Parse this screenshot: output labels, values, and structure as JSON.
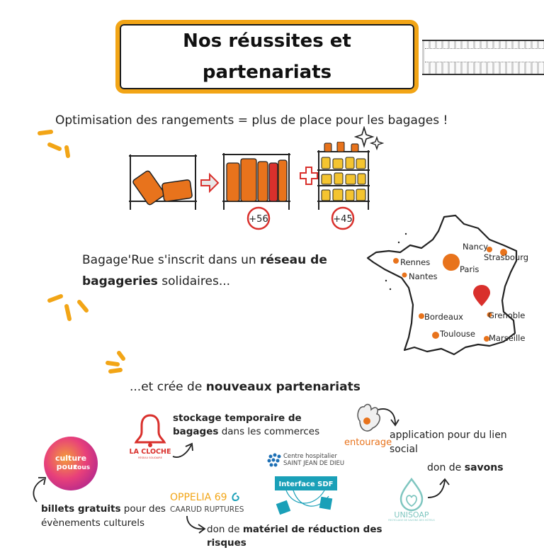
{
  "title": "Nos réussites et\npartenariats",
  "storage": {
    "headline": "Optimisation des rangements = plus de place pour les bagages !",
    "badge1": "+56",
    "badge2": "+45"
  },
  "network": {
    "text_before": "Bagage'Rue s'inscrit dans un ",
    "text_bold": "réseau de bagageries",
    "text_after": " solidaires...",
    "cities": [
      "Nancy",
      "Strasbourg",
      "Rennes",
      "Paris",
      "Nantes",
      "Bordeaux",
      "Grenoble",
      "Toulouse",
      "Marseille"
    ]
  },
  "partnerships": {
    "text_before": "...et crée de ",
    "text_bold": "nouveaux partenariats"
  },
  "partners": {
    "lacloche": {
      "logo_name": "LA CLOCHE",
      "logo_sub": "RÉSEAU SOLIDAIRE",
      "desc_bold1": "stockage temporaire de",
      "desc_bold2": "bagages",
      "desc_rest": " dans les commerces"
    },
    "entourage": {
      "logo_name": "entourage",
      "desc": "application pour du lien social"
    },
    "culture": {
      "logo_l1": "culture",
      "logo_l2": "pour",
      "logo_l3": "tous",
      "desc_bold": "billets gratuits",
      "desc_rest1": " pour des",
      "desc_rest2": "évènements culturels"
    },
    "hospital": {
      "logo_l1": "Centre hospitalier",
      "logo_l2": "SAINT JEAN DE DIEU",
      "banner": "Interface SDF"
    },
    "unisoap": {
      "logo_name": "UNISOAP",
      "logo_sub": "RECYCLAGE DE SAVONS DES HÔTELS",
      "desc_before": "don de ",
      "desc_bold": "savons"
    },
    "oppelia": {
      "logo_l1": "OPPELIA 69",
      "logo_l2": "CAARUD RUPTURES",
      "desc_before": "don de ",
      "desc_bold": "matériel de réduction des risques"
    }
  },
  "colors": {
    "accent": "#f2a516",
    "orange": "#e8731c",
    "red": "#d9302c",
    "magenta": "#c8338b",
    "teal": "#1aa0b8",
    "blue": "#1c6fb5"
  }
}
